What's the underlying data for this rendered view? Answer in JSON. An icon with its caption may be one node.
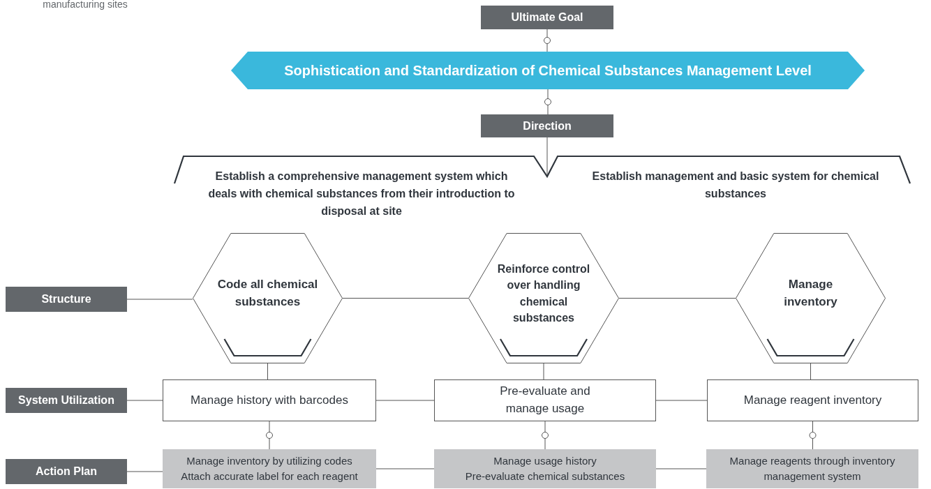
{
  "diagram": {
    "nodes": [
      {
        "text": [
          "Ultimate Goal"
        ]
      },
      {
        "text": [
          "Sophistication and Standardization of Chemical Substances Management Level"
        ]
      },
      {
        "text": [
          "Direction"
        ]
      },
      {
        "text": [],
        "shape": "bracket"
      },
      {
        "text": [
          "Structure"
        ]
      },
      {
        "text": [
          "System Utilization"
        ]
      },
      {
        "text": [
          "Action Plan"
        ]
      },
      {
        "text": [
          "Code all chemical substances"
        ]
      },
      {
        "text": [
          "Reinforce control over handling chemical substances"
        ]
      },
      {
        "text": [
          "Manage inventory"
        ]
      },
      {
        "text": [
          "Manage history with barcodes"
        ]
      },
      {
        "text": [
          "Pre-evaluate and manage usage"
        ]
      },
      {
        "text": [
          "Manage reagent inventory"
        ]
      },
      {
        "text": [
          "Manage inventory by utilizing codes",
          "Attach accurate label for each reagent"
        ]
      },
      {
        "text": [
          "Manage usage history",
          "Pre-evaluate chemical substances"
        ]
      },
      {
        "text": [
          "Manage reagents through inventory management system"
        ]
      }
    ],
    "edges": [
      {
        "from": 0,
        "to": 1,
        "arrow": "none"
      },
      {
        "from": 1,
        "to": 2,
        "arrow": "none"
      },
      {
        "from": 2,
        "to": 3,
        "arrow": "none"
      },
      {
        "from": 4,
        "to": 7,
        "arrow": "none"
      },
      {
        "from": 7,
        "to": 8,
        "arrow": "none"
      },
      {
        "from": 8,
        "to": 9,
        "arrow": "none"
      },
      {
        "from": 5,
        "to": 10,
        "arrow": "none"
      },
      {
        "from": 10,
        "to": 11,
        "arrow": "none"
      },
      {
        "from": 11,
        "to": 12,
        "arrow": "none"
      },
      {
        "from": 6,
        "to": 13,
        "arrow": "none"
      },
      {
        "from": 13,
        "to": 14,
        "arrow": "none"
      },
      {
        "from": 14,
        "to": 15,
        "arrow": "none"
      },
      {
        "from": 7,
        "to": 10,
        "arrow": "none"
      },
      {
        "from": 8,
        "to": 11,
        "arrow": "none"
      },
      {
        "from": 9,
        "to": 12,
        "arrow": "none"
      },
      {
        "from": 10,
        "to": 13,
        "arrow": "none"
      },
      {
        "from": 11,
        "to": 14,
        "arrow": "none"
      },
      {
        "from": 12,
        "to": 15,
        "arrow": "none"
      }
    ],
    "labels": [
      "manufacturing sites",
      "Establish a comprehensive management system which deals with chemical substances from their introduction to disposal at site",
      "Establish management and basic system for chemical substances"
    ]
  }
}
